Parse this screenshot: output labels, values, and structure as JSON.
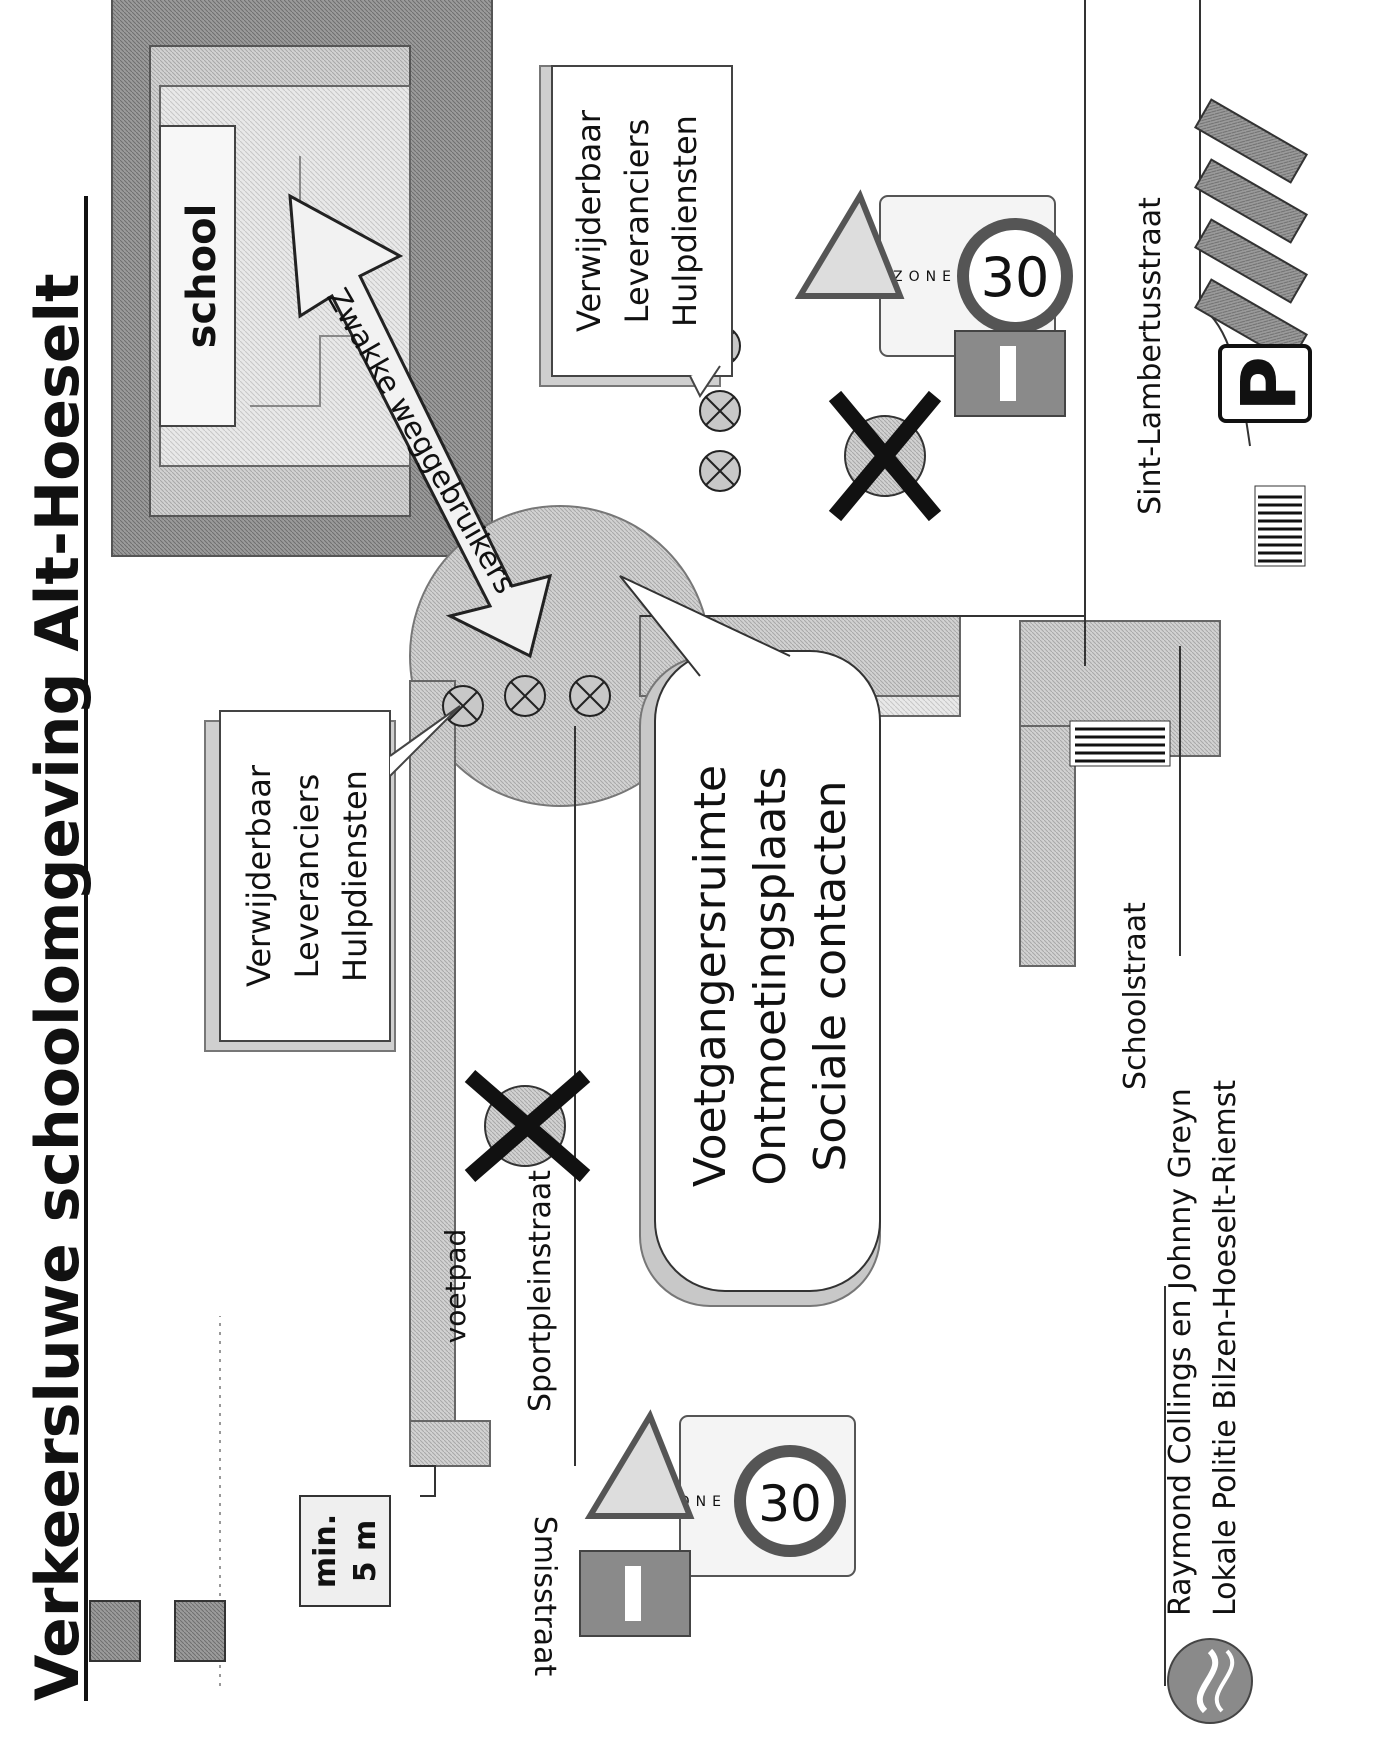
{
  "title": "Verkeersluwe schoolomgeving Alt-Hoeselt",
  "buildings": {
    "school": "school"
  },
  "callouts": {
    "upper": [
      "Verwijderbaar",
      "Leveranciers",
      "Hulpdiensten"
    ],
    "lower": [
      "Verwijderbaar",
      "Leveranciers",
      "Hulpdiensten"
    ],
    "speech": [
      "Voetgangersruimte",
      "Ontmoetingsplaats",
      "Sociale contacten"
    ]
  },
  "arrow_label": "Zwakke weggebruikers",
  "streets": {
    "sint_lambertus": "Sint-Lambertusstraat",
    "school": "Schoolstraat",
    "sportplein": "Sportpleinstraat",
    "smis": "Smisstraat",
    "footpath": "voetpad"
  },
  "setback": [
    "min.",
    "5 m"
  ],
  "signs": {
    "zone_word": "ZONE",
    "speed": "30"
  },
  "parking": "P",
  "credits": [
    "Raymond Collings en Johnny Greyn",
    "Lokale Politie Bilzen-Hoeselt-Riemst"
  ],
  "colors": {
    "ink": "#111111",
    "building_dark": "#8f8f8f",
    "building_mid": "#b5b5b5",
    "pavement": "#cfcfcf",
    "light_fill": "#e4e4e4",
    "sign_red_gray": "#9a9a9a"
  },
  "icons": [
    "bollard-icon",
    "no-entry-cross-icon",
    "school-crossing-sign-icon",
    "speed-limit-30-icon",
    "police-logo-icon",
    "parking-icon"
  ]
}
